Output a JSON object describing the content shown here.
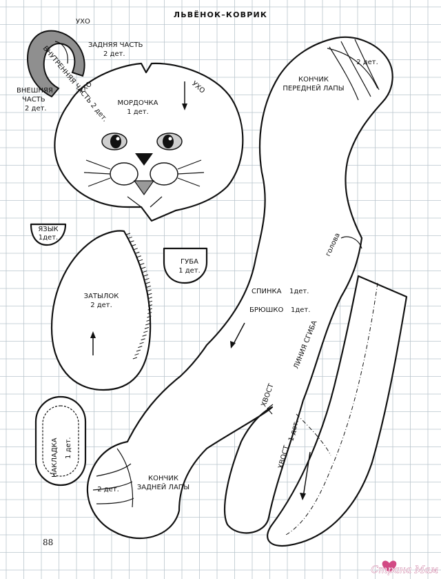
{
  "title": "ЛЬВЁНОК–КОВРИК",
  "page_number": "88",
  "watermark": "Страна Мам",
  "labels": {
    "ear": "УХО",
    "back_part": "ЗАДНЯЯ ЧАСТЬ",
    "back_part_qty": "2 дет.",
    "inner_part": "ВНУТРЕННЯЯ ЧАСТЬ 2 дет.",
    "outer_part_1": "ВНЕШНЯЯ",
    "outer_part_2": "ЧАСТЬ",
    "outer_part_qty": "2 дет.",
    "ear_mark_1": "УХО",
    "ear_mark_2": "УХО",
    "muzzle": "МОРДОЧКА",
    "muzzle_qty": "1 дет.",
    "front_paw_tip_1": "КОНЧИК",
    "front_paw_tip_2": "ПЕРЕДНЕЙ ЛАПЫ",
    "front_paw_qty": "2 дет.",
    "tongue": "ЯЗЫК",
    "tongue_qty": "1дет.",
    "lip": "ГУБА",
    "lip_qty": "1 дет.",
    "nape": "ЗАТЫЛОК",
    "nape_qty": "2 дет.",
    "head_mark": "голова",
    "back": "СПИНКА",
    "back_qty": "1дет.",
    "belly": "БРЮШКО",
    "belly_qty": "1дет.",
    "fold_line": "ЛИНИЯ СГИБА",
    "tail_mark": "ХВОСТ",
    "tail": "ХВОСТ",
    "tail_qty": "1 дет.",
    "patch": "НАКЛАДКА",
    "patch_qty": "1 дет.",
    "hind_paw_tip_1": "КОНЧИК",
    "hind_paw_tip_2": "ЗАДНЕЙ ЛАПЫ",
    "hind_paw_qty": "2 дет."
  }
}
